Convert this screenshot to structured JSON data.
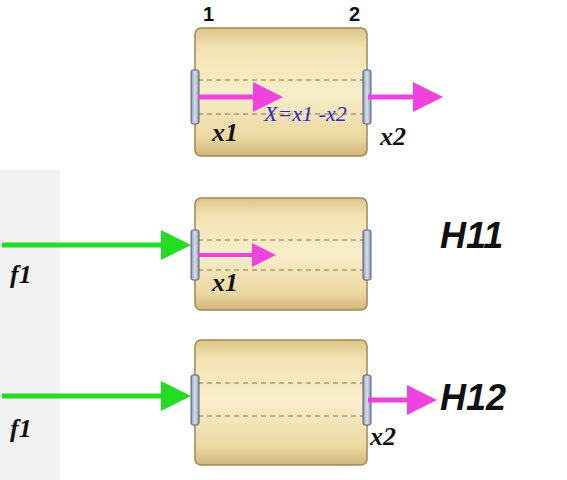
{
  "diagram": {
    "labels": [
      "1",
      "2",
      "x1",
      "X=x1 -x2",
      "x2",
      "f1",
      "x1",
      "H11",
      "f1",
      "x2",
      "H12"
    ]
  }
}
